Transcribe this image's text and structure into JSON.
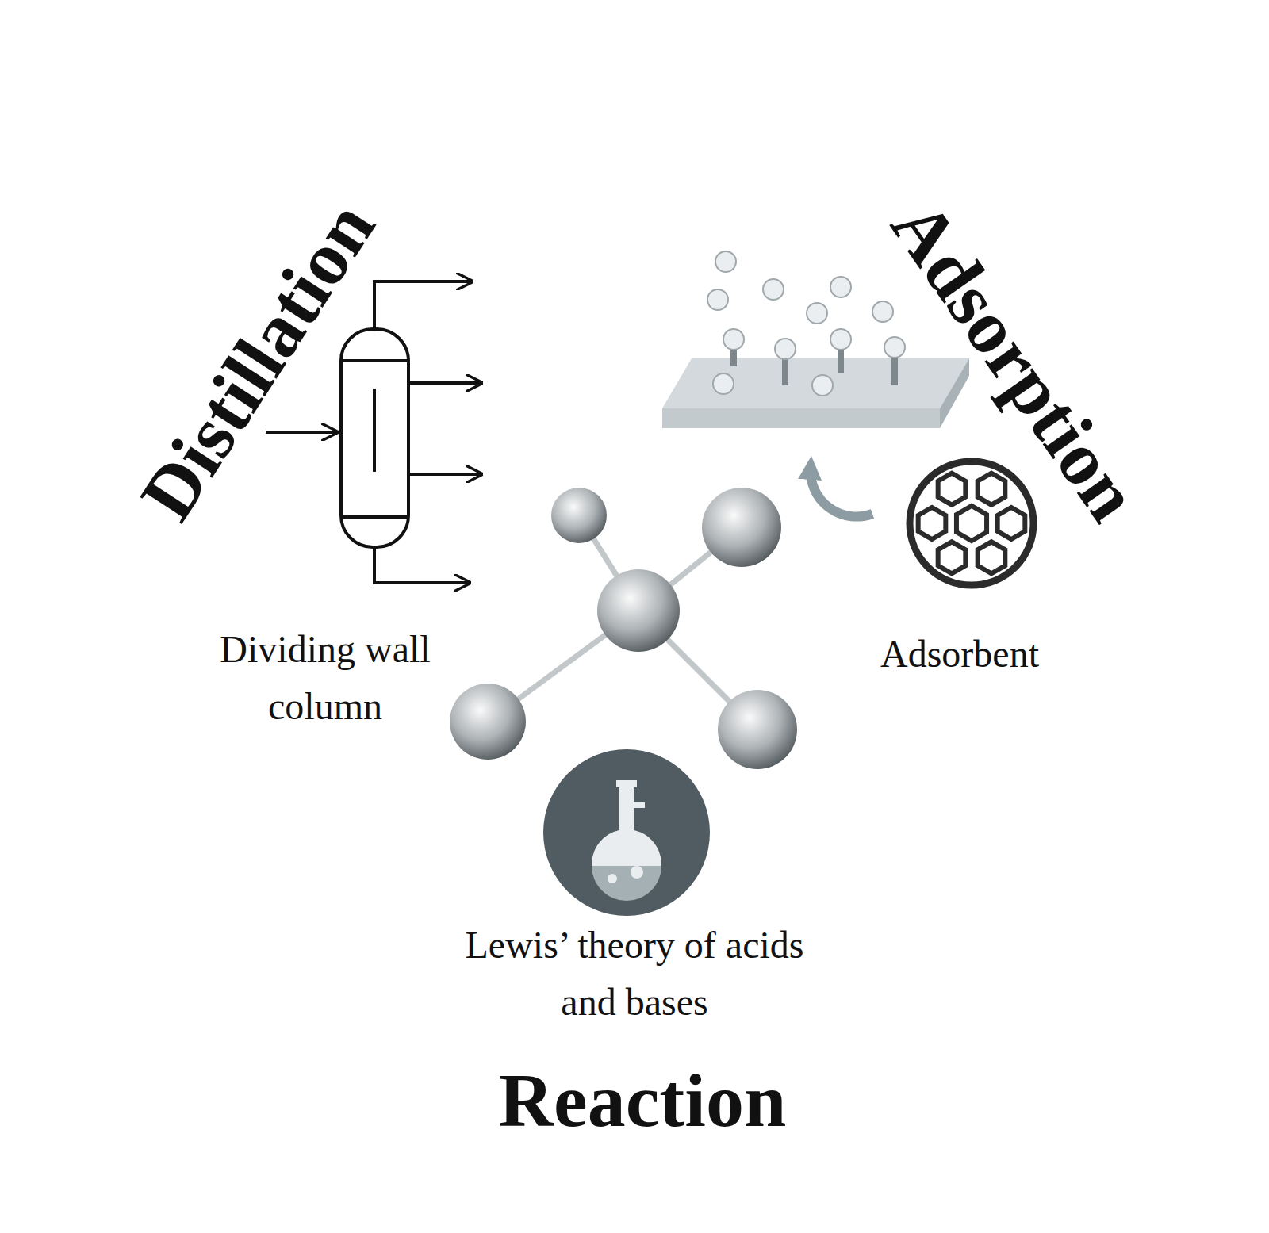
{
  "diagram": {
    "nodes": [
      {
        "text": [
          "Distillation",
          "Dividing wall column"
        ]
      },
      {
        "text": [
          "Adsorption",
          "Adsorbent"
        ]
      },
      {
        "text": [
          "Reaction",
          "Lewis’ theory of acids and bases"
        ]
      }
    ]
  }
}
